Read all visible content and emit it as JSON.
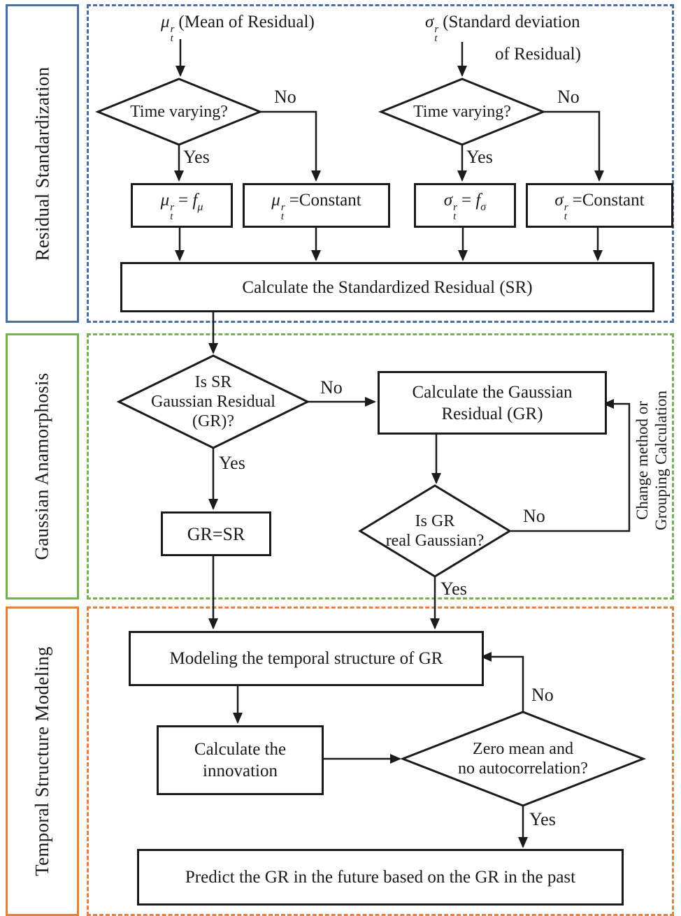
{
  "colors": {
    "section1": "#4a6fa5",
    "section2": "#74b153",
    "section3": "#dd8443",
    "line": "#1b1b1b"
  },
  "sections": [
    {
      "label": "Residual Standardization"
    },
    {
      "label": "Gaussian Anamorphosis"
    },
    {
      "label": "Temporal Structure Modeling"
    }
  ],
  "inputs": {
    "mean": {
      "sym": "μ",
      "sup": "r",
      "sub": "t",
      "text": "(Mean of Residual)"
    },
    "std": {
      "sym": "σ",
      "sup": "r",
      "sub": "t",
      "text1": "(Standard deviation",
      "text2": "of Residual)"
    }
  },
  "decisions": {
    "time_varying_mu": "Time varying?",
    "time_varying_sigma": "Time varying?",
    "is_sr_gr": {
      "line1": "Is SR",
      "line2": "Gaussian Residual",
      "line3": "(GR)?"
    },
    "is_gr_gaussian": {
      "line1": "Is GR",
      "line2": "real Gaussian?"
    },
    "zero_mean": {
      "line1": "Zero mean and",
      "line2": "no autocorrelation?"
    }
  },
  "boxes": {
    "mu_f": {
      "sym": "μ",
      "sup": "r",
      "sub": "t",
      "eq": "= ",
      "f": "f",
      "fsub": "μ"
    },
    "mu_const": {
      "sym": "μ",
      "sup": "r",
      "sub": "t",
      "eq": "=Constant"
    },
    "sigma_f": {
      "sym": "σ",
      "sup": "r",
      "sub": "t",
      "eq": "= ",
      "f": "f",
      "fsub": "σ"
    },
    "sigma_const": {
      "sym": "σ",
      "sup": "r",
      "sub": "t",
      "eq": "=Constant"
    },
    "calc_sr": "Calculate the Standardized Residual (SR)",
    "calc_gr": {
      "line1": "Calculate the Gaussian",
      "line2": "Residual (GR)"
    },
    "gr_eq_sr": "GR=SR",
    "modeling": "Modeling the temporal structure of GR",
    "innovation": {
      "line1": "Calculate the",
      "line2": "innovation"
    },
    "predict": "Predict the GR in the future based on the GR in the past"
  },
  "labels": {
    "yes": "Yes",
    "no": "No"
  },
  "feedback": {
    "line1": "Change method or",
    "line2": "Grouping Calculation"
  }
}
